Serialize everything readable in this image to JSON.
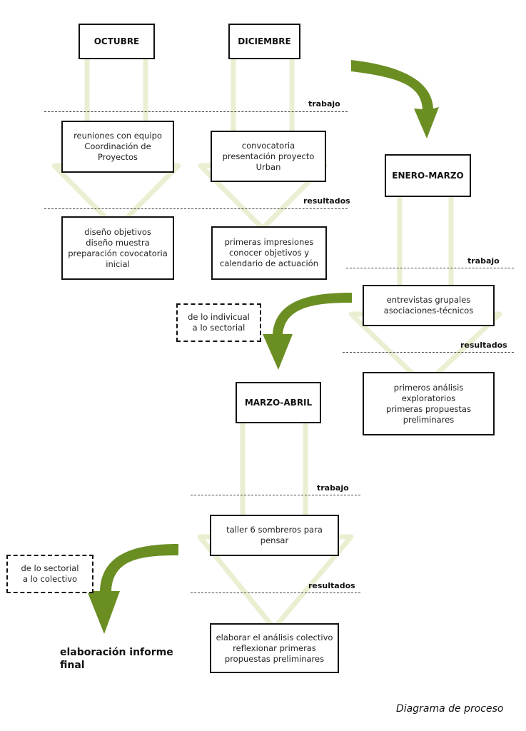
{
  "columns": {
    "octubre": {
      "header": "OCTUBRE",
      "trabajo": "reuniones con equipo\nCoordinación de\nProyectos",
      "resultados": "diseño objetivos\ndiseño muestra\npreparación covocatoria\ninicial"
    },
    "diciembre": {
      "header": "DICIEMBRE",
      "trabajo": "convocatoria\npresentación proyecto\nUrban",
      "resultados": "primeras impresiones\nconocer objetivos y\ncalendario de actuación"
    },
    "enero_marzo": {
      "header": "ENERO-MARZO",
      "trabajo": "entrevistas grupales\nasociaciones-técnicos",
      "resultados": "primeros análisis\nexploratorios\nprimeras propuestas\npreliminares"
    },
    "marzo_abril": {
      "header": "MARZO-ABRIL",
      "trabajo": "taller 6 sombreros para\npensar",
      "resultados": "elaborar el análisis colectivo\nreflexionar primeras\npropuestas preliminares"
    }
  },
  "labels": {
    "trabajo": "trabajo",
    "resultados": "resultados"
  },
  "transitions": {
    "individual_to_sectorial": "de lo indivicual\na lo sectorial",
    "sectorial_to_colectivo": "de lo sectorial\na lo colectivo"
  },
  "final_step": "elaboración informe\nfinal",
  "caption": "Diagrama de proceso",
  "colors": {
    "arrow": "#6b8e23",
    "faint_arrow": "#eef2d9"
  }
}
